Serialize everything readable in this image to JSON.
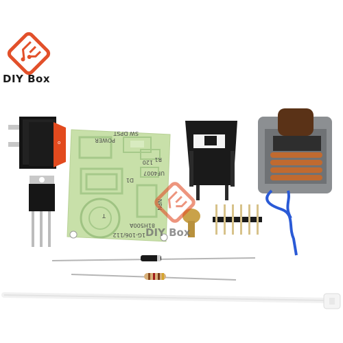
{
  "brand": {
    "name": "DIY Box",
    "logo_color": "#e2502a",
    "logo_icon": "circuit-board-icon"
  },
  "watermark": {
    "text": "DIY Box",
    "logo_icon": "circuit-board-icon"
  },
  "pcb": {
    "color": "#c8e0a9",
    "trace_color": "#a6c98a",
    "labels": {
      "power": "POWER",
      "r1": "R1",
      "r1_value": "120",
      "d1": "D1",
      "d1_value": "UF4007",
      "q": "NPN",
      "t": "T",
      "board_code": "81H500A",
      "board_id": "1G-106/112",
      "sw": "SW DPST"
    }
  },
  "components": [
    "rocker-switch",
    "transistor",
    "pcb",
    "heatsink",
    "screw",
    "pin-header",
    "transformer-coil",
    "diode",
    "resistor",
    "cable-tie"
  ]
}
